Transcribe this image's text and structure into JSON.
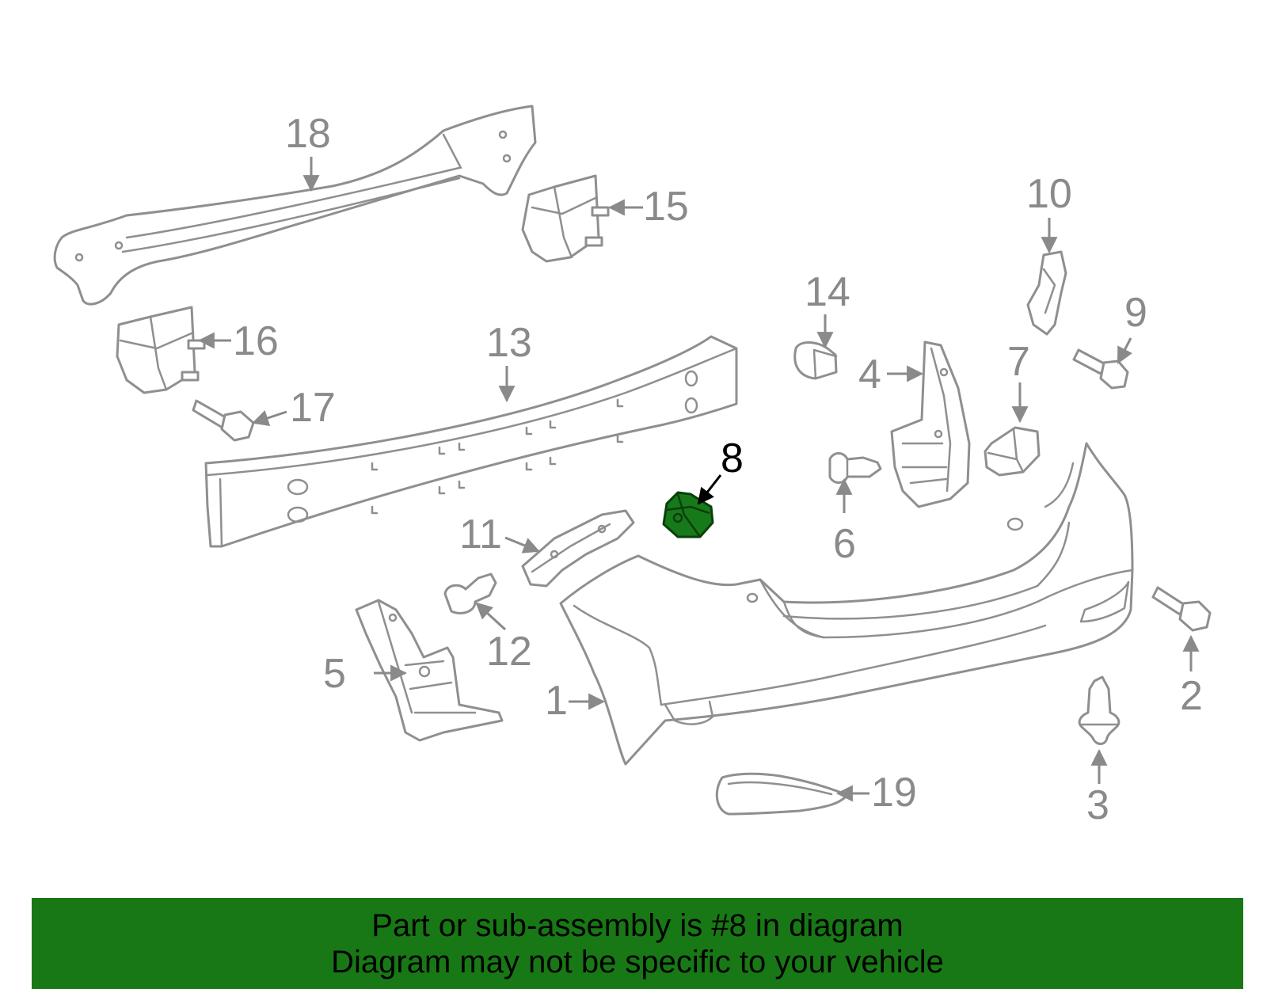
{
  "diagram": {
    "highlighted_part": "8",
    "callouts": [
      "1",
      "2",
      "3",
      "4",
      "5",
      "6",
      "7",
      "8",
      "9",
      "10",
      "11",
      "12",
      "13",
      "14",
      "15",
      "16",
      "17",
      "18",
      "19"
    ]
  },
  "banner": {
    "line1": "Part or sub-assembly is #8 in diagram",
    "line2": "Diagram may not be specific to your vehicle",
    "color": "#187815"
  },
  "colors": {
    "highlight": "#177a1a",
    "linework": "#8f8f8f"
  }
}
